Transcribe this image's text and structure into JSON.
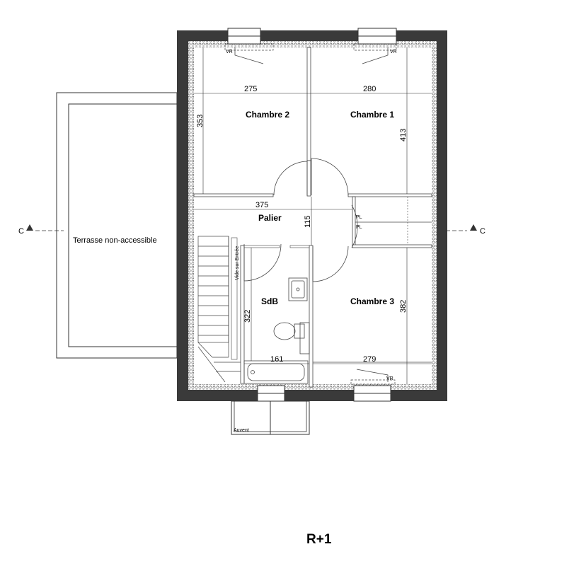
{
  "rooms": {
    "chambre2": "Chambre 2",
    "chambre1": "Chambre 1",
    "palier": "Palier",
    "sdb": "SdB",
    "chambre3": "Chambre 3"
  },
  "dimensions": {
    "chambre2_width": "275",
    "chambre1_width": "280",
    "chambre2_height": "353",
    "chambre1_height": "413",
    "palier_width": "375",
    "palier_height": "115",
    "sdb_height": "322",
    "bath_width": "161",
    "chambre3_width": "279",
    "chambre3_height": "382"
  },
  "labels": {
    "terrasse": "Terrasse non-accessible",
    "auvent": "Auvent",
    "vide": "Vide sur Entrée",
    "vr": "VR",
    "pl": "PL",
    "section_mark": "C"
  },
  "title": "R+1"
}
